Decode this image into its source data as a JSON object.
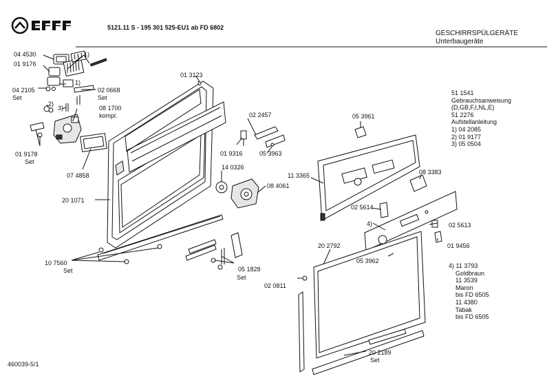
{
  "header": {
    "brand": "NEFF",
    "model_line": "5121.11 S - 195 301 525-EU1 ab FD 6802",
    "category_title": "GESCHIRRSPÜLGERÄTE",
    "category_subtitle": "Unterbaugeräte",
    "sheet_number": "460039-5/1"
  },
  "documentation": {
    "lines": [
      "51 1541",
      "Gebrauchsanweisung",
      "(D,GB,F,I,NL,E)",
      "51 2276",
      "Aufstellanleitung",
      "1) 04 2085",
      "2) 01 9177",
      "3) 05 0504"
    ]
  },
  "variants": {
    "lines": [
      "4) 11 3793",
      "    Goldbraun",
      "    11 3539",
      "    Maron",
      "    bis FD 6505",
      "    11 4380",
      "    Tabak",
      "    bis FD 6505"
    ]
  },
  "parts": {
    "p044530": "04 4530",
    "n1a": "1)",
    "p019176": "01 9176",
    "n1b": "1)",
    "p042105": "04 2105",
    "set042105": "Set",
    "p020668": "02 0668",
    "set020668": "Set",
    "n2": "2)",
    "n3": "3)",
    "p081700": "08 1700",
    "kompl": "kompl.",
    "p019178": "01 9178",
    "set019178": "Set",
    "p074858": "07 4858",
    "p013123": "01 3123",
    "p201071": "20 1071",
    "p107560": "10 7560",
    "set107560": "Set",
    "p022457": "02 2457",
    "p019316": "01 9316",
    "p053963": "05 3963",
    "p140326": "14 0326",
    "p084061": "08 4061",
    "p051828": "05 1828",
    "set051828": "Set",
    "p053961": "05 3961",
    "p113365": "11 3365",
    "p083383": "08 3383",
    "p025614": "02 5614",
    "n4": "4)",
    "p025613": "02 5613",
    "p019456": "01 9456",
    "p202792": "20 2792",
    "p053962": "05 3962",
    "p020811": "02 0811",
    "p202189": "20 2189",
    "set202189": "Set"
  }
}
